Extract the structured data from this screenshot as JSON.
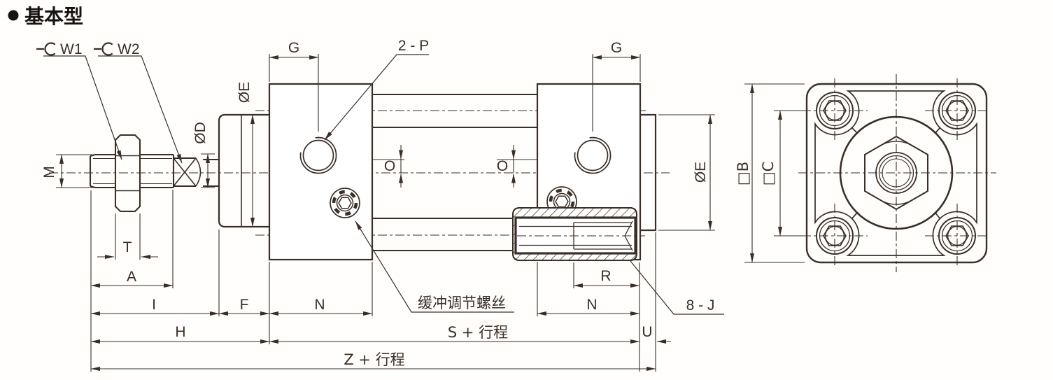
{
  "title": "基本型",
  "colors": {
    "line": "#3a2e27",
    "background": "#ffffff"
  },
  "side_view": {
    "labels": {
      "wrench1": "W1",
      "wrench2": "W2",
      "g_front": "G",
      "g_rear": "G",
      "port": "2 - P",
      "oe_front": "ØE",
      "oe_rear": "ØE",
      "od": "ØD",
      "m": "M",
      "o_front": "O",
      "o_rear": "O",
      "t": "T",
      "a": "A",
      "i": "I",
      "f": "F",
      "n_front": "N",
      "n_rear": "N",
      "h": "H",
      "s_stroke": "S + 行程",
      "u": "U",
      "z_stroke": "Z + 行程",
      "r": "R",
      "tie_rod_thread": "8 - J",
      "cushion_screw_note": "缓冲调节螺丝"
    }
  },
  "end_view": {
    "labels": {
      "b_square": "□B",
      "c_square": "□C"
    }
  }
}
